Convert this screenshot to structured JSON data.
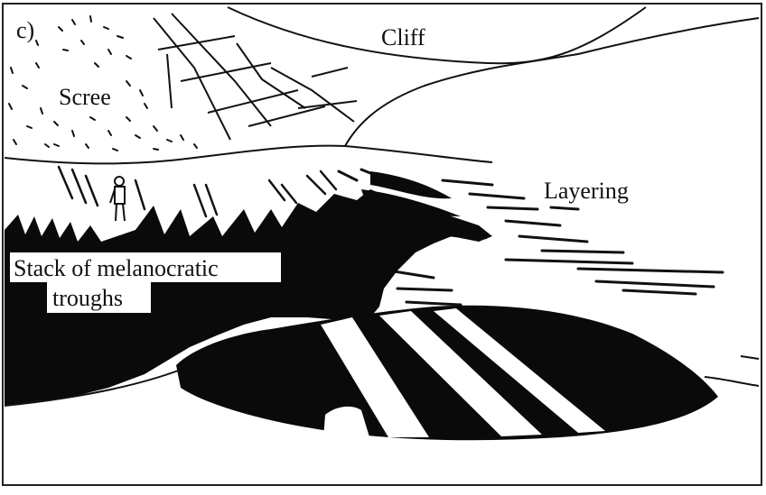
{
  "figure": {
    "panel_label": "c)",
    "labels": {
      "cliff": "Cliff",
      "scree": "Scree",
      "layering": "Layering",
      "troughs_line1": "Stack of melanocratic",
      "troughs_line2": "troughs"
    },
    "colors": {
      "ink": "#111111",
      "paper": "#ffffff"
    },
    "icons": [
      "person-figure-icon"
    ]
  }
}
